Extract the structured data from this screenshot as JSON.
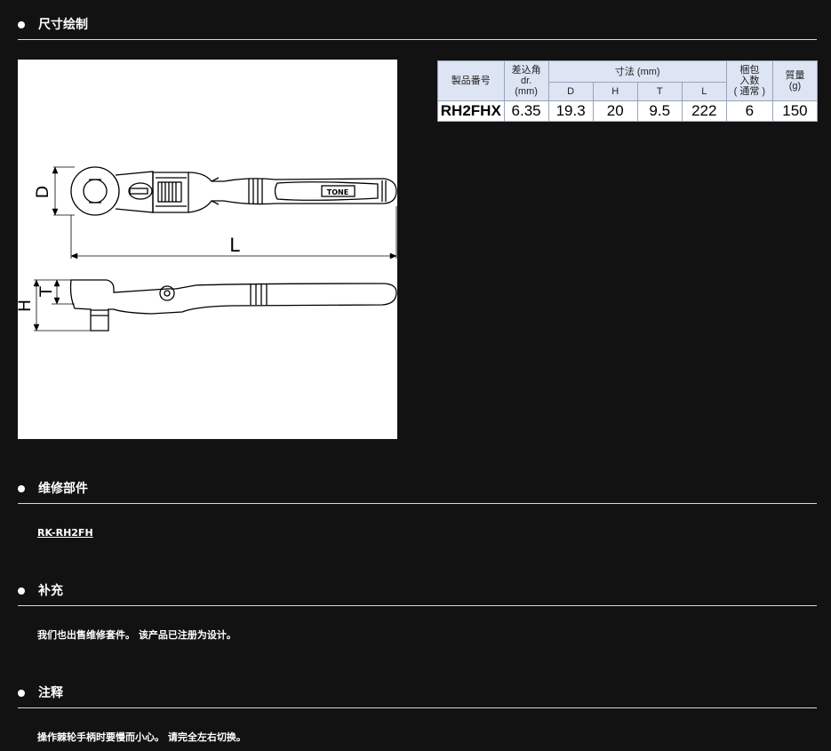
{
  "sections": {
    "drawing": {
      "title": "尺寸绘制"
    },
    "parts": {
      "title": "维修部件",
      "link": "RK-RH2FH"
    },
    "supplement": {
      "title": "补充",
      "text": "我们也出售维修套件。 该产品已注册为设计。"
    },
    "notes": {
      "title": "注释",
      "text": "操作棘轮手柄时要慢而小心。 请完全左右切换。"
    }
  },
  "diagram": {
    "labels": {
      "d": "D",
      "l": "L",
      "h": "H",
      "t": "T",
      "brand": "TONE"
    }
  },
  "spec_table": {
    "headers": {
      "model": "製品番号",
      "drive_l1": "差込角",
      "drive_l2": "dr.",
      "drive_l3": "(mm)",
      "dims": "寸法 (mm)",
      "pack_l1": "梱包",
      "pack_l2": "入数",
      "pack_l3": "( 通常 )",
      "weight_l1": "質量",
      "weight_l2": "(g)",
      "d": "D",
      "h": "H",
      "t": "T",
      "l": "L"
    },
    "row": {
      "model": "RH2FHX",
      "drive": "6.35",
      "d": "19.3",
      "h": "20",
      "t": "9.5",
      "l": "222",
      "pack": "6",
      "weight": "150"
    }
  }
}
